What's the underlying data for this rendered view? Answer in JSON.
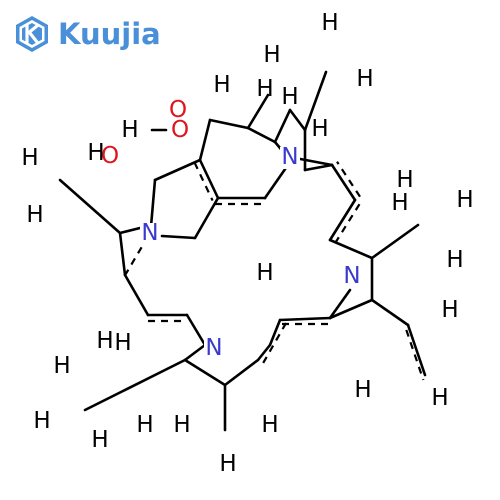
{
  "logo": {
    "text": "Kuujia",
    "icon": "hexagon-k-icon",
    "color": "#4a90d9"
  },
  "colors": {
    "bond": "#000000",
    "hydrogen": "#000000",
    "nitrogen": "#3a3acc",
    "oxygen": "#e0141e"
  },
  "atoms": {
    "hydrogen": "H",
    "nitrogen": "N",
    "oxygen": "O"
  }
}
